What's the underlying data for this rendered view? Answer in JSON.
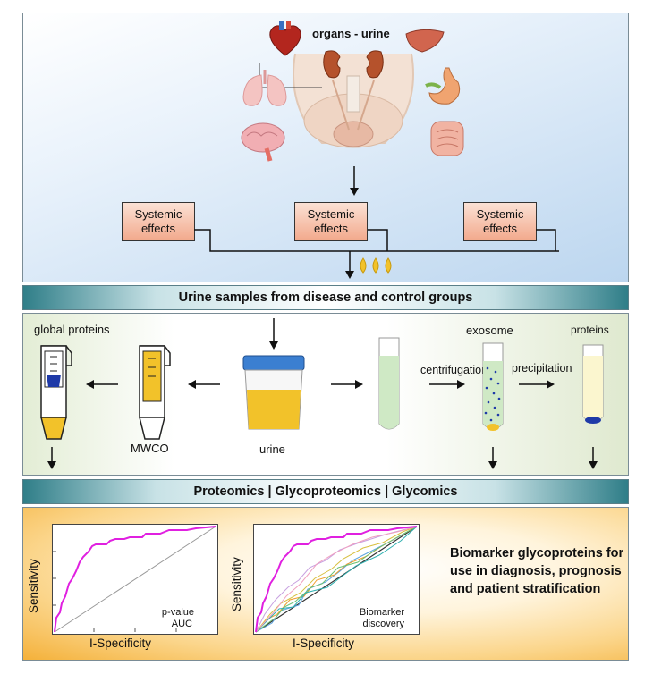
{
  "top_panel": {
    "title": "organs - urine",
    "systemic_boxes": [
      "Systemic\neffects",
      "Systemic\neffects",
      "Systemic\neffects"
    ],
    "organs": [
      "heart-icon",
      "lungs-icon",
      "brain-icon",
      "liver-icon",
      "stomach-icon",
      "intestine-icon",
      "kidneys-icon",
      "pelvis-icon"
    ]
  },
  "banner_urine": "Urine samples from disease and control groups",
  "process": {
    "global_proteins": "global proteins",
    "mwco": "MWCO",
    "urine": "urine",
    "centrifugation": "centrifugation",
    "exosome": "exosome",
    "precipitation": "precipitation",
    "proteins": "proteins"
  },
  "banner_omics": "Proteomics | Glycoproteomics | Glycomics",
  "results": {
    "plot1": {
      "ylabel": "Sensitivity",
      "xlabel": "I-Specificity",
      "note1": "p-value",
      "note2": "AUC"
    },
    "plot2": {
      "ylabel": "Sensitivity",
      "xlabel": "I-Specificity",
      "note1": "Biomarker",
      "note2": "discovery"
    },
    "biomarker_text": "Biomarker glycoproteins for use in diagnosis, prognosis and patient stratification"
  },
  "colors": {
    "roc_main": "#e020e0",
    "urine": "#f2c22a",
    "lid": "#3b7fd1",
    "tube_green": "#cfe9c5"
  }
}
